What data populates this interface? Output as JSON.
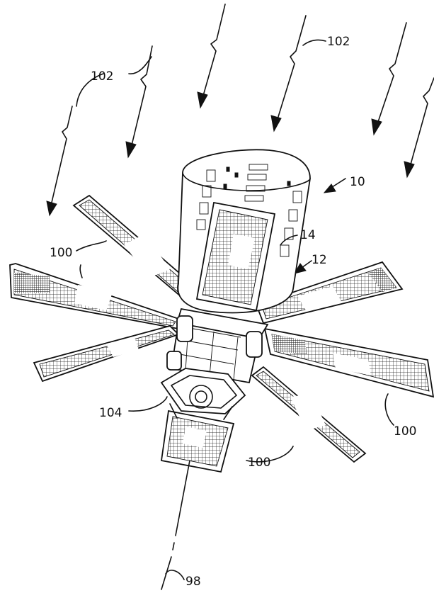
{
  "labels": {
    "satellite": "10",
    "body": "12",
    "panel_top": "14",
    "arrays_left": "100",
    "arrays_right": "100",
    "arrays_bottom": "100",
    "sun_rays_left": "102",
    "sun_rays_right": "102",
    "fixture": "104",
    "axis": "98"
  }
}
